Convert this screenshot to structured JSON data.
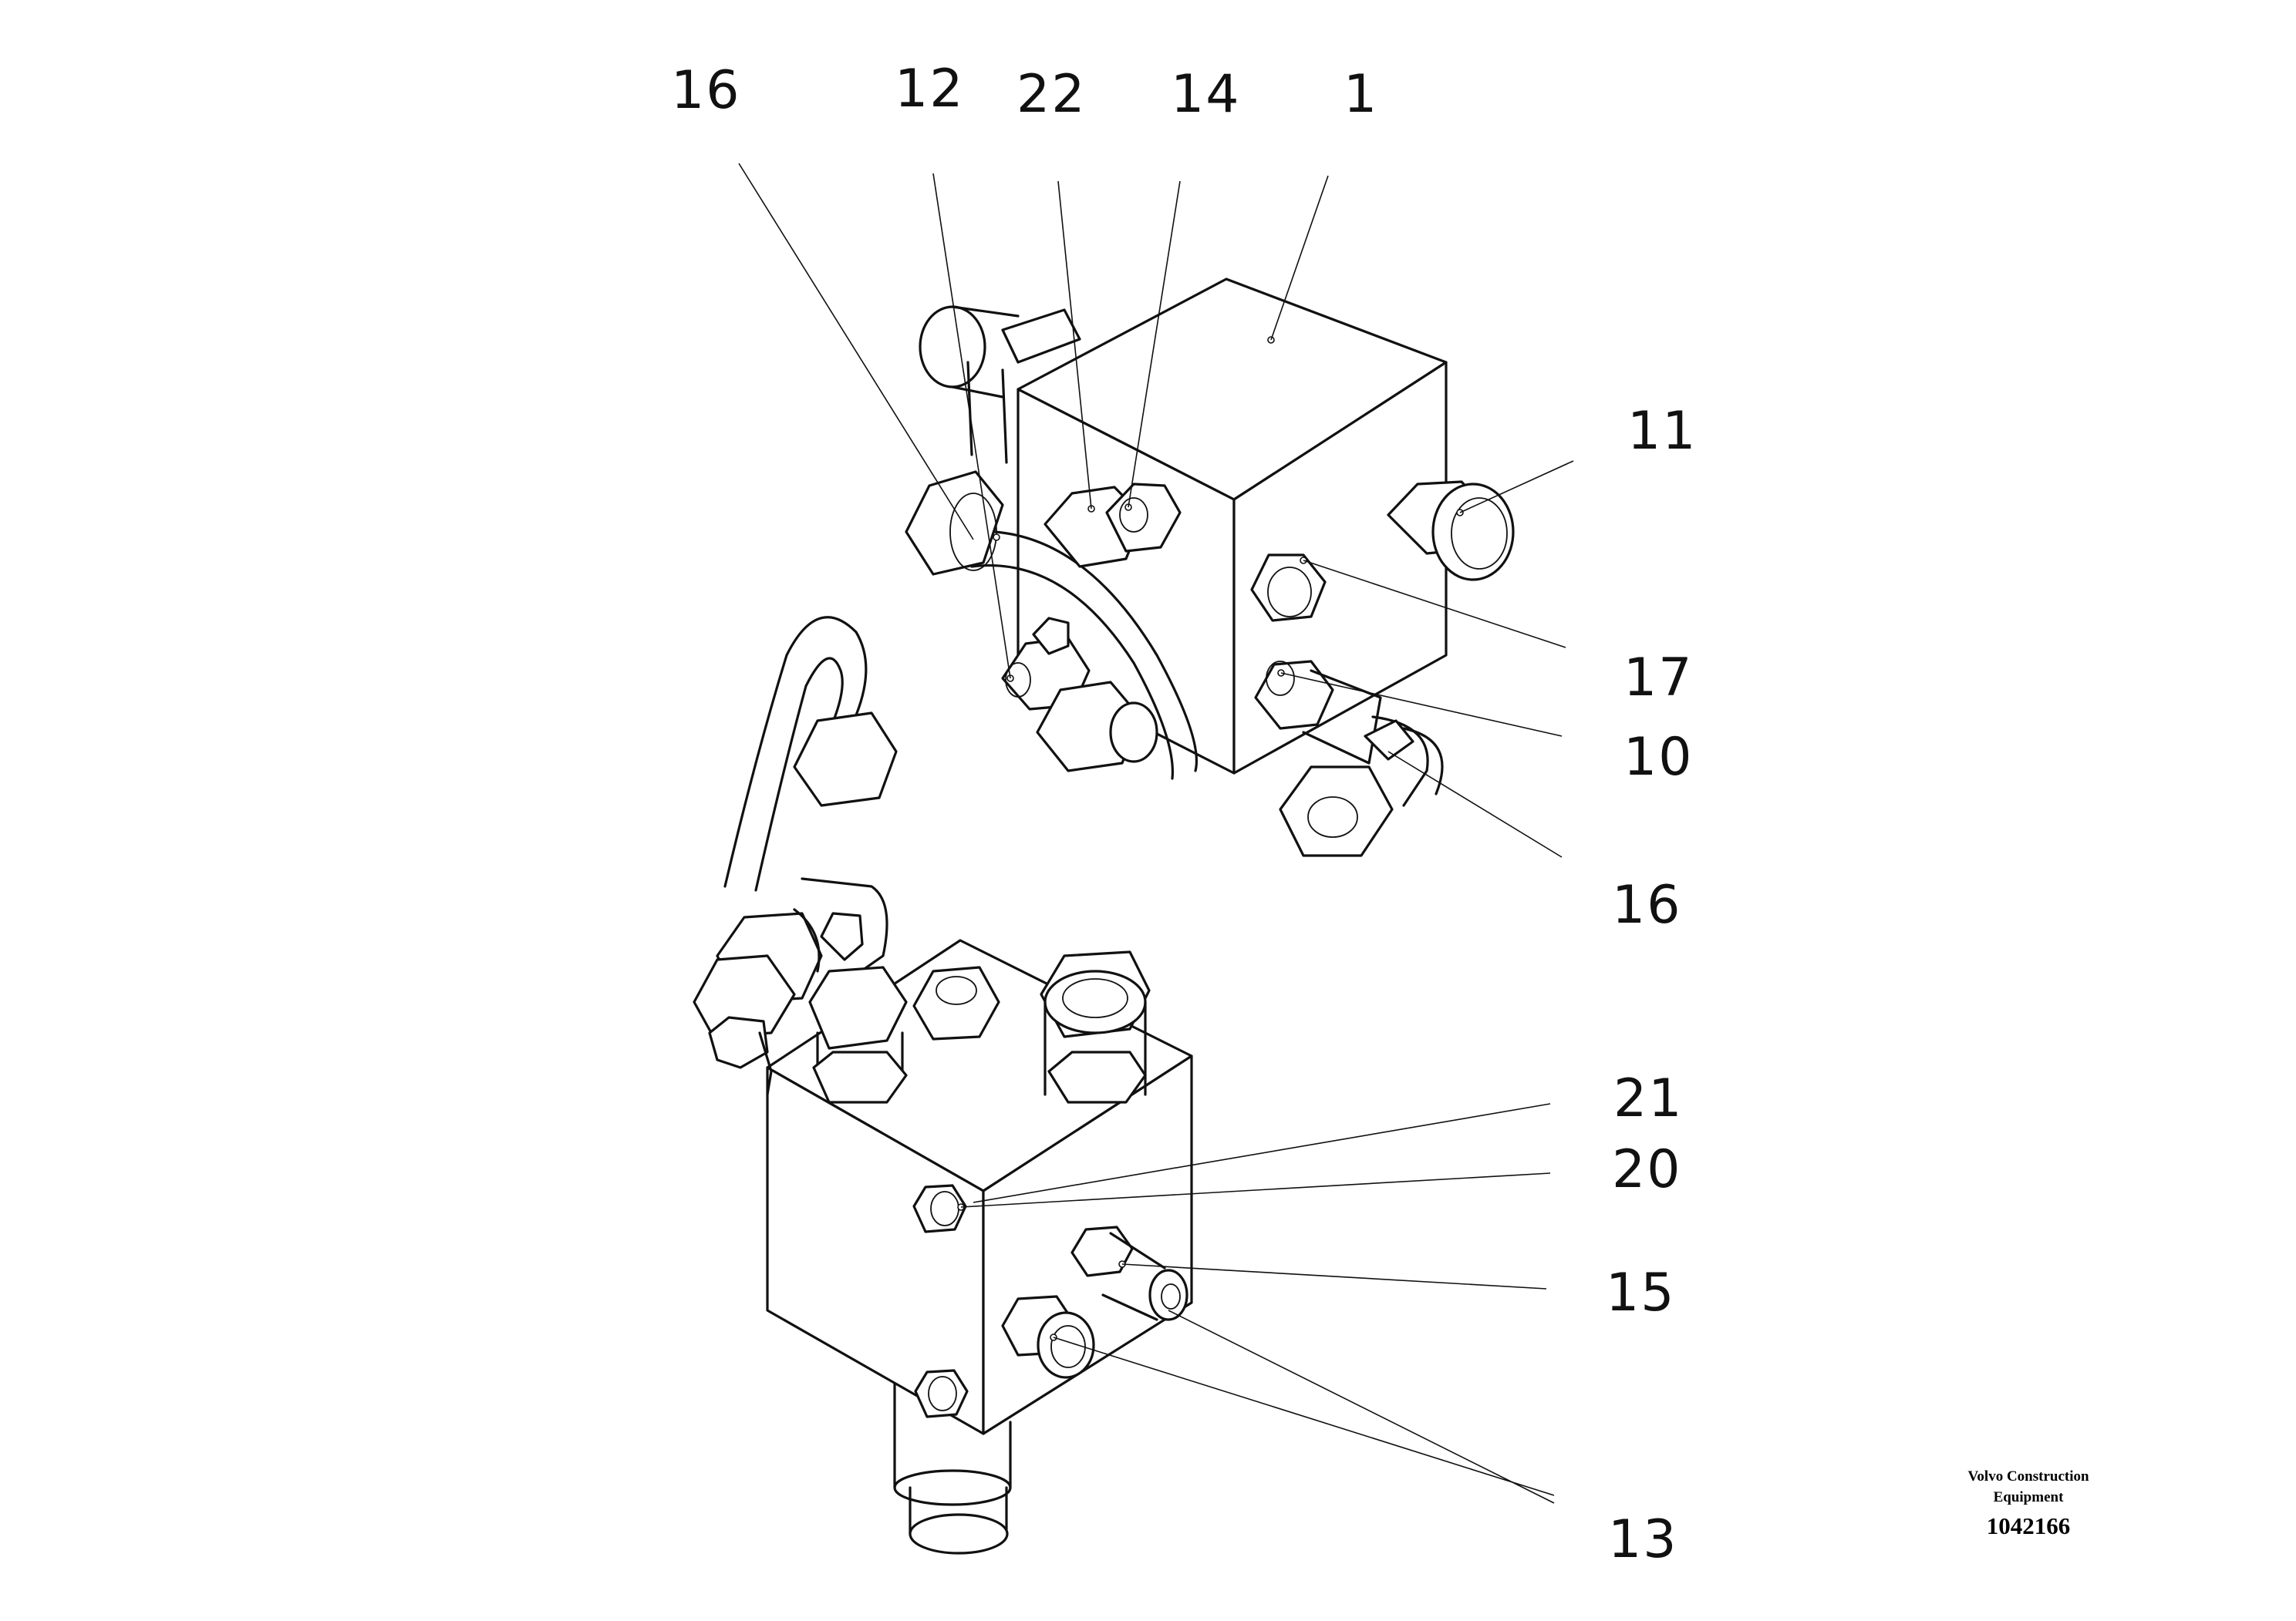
{
  "callouts": {
    "c16_top": "16",
    "c12": "12",
    "c22": "22",
    "c14": "14",
    "c1": "1",
    "c11": "11",
    "c17": "17",
    "c10": "10",
    "c16_right": "16",
    "c21": "21",
    "c20": "20",
    "c15": "15",
    "c13": "13"
  },
  "brand": {
    "line1": "Volvo Construction",
    "line2": "Equipment",
    "drawing_number": "1042166"
  }
}
